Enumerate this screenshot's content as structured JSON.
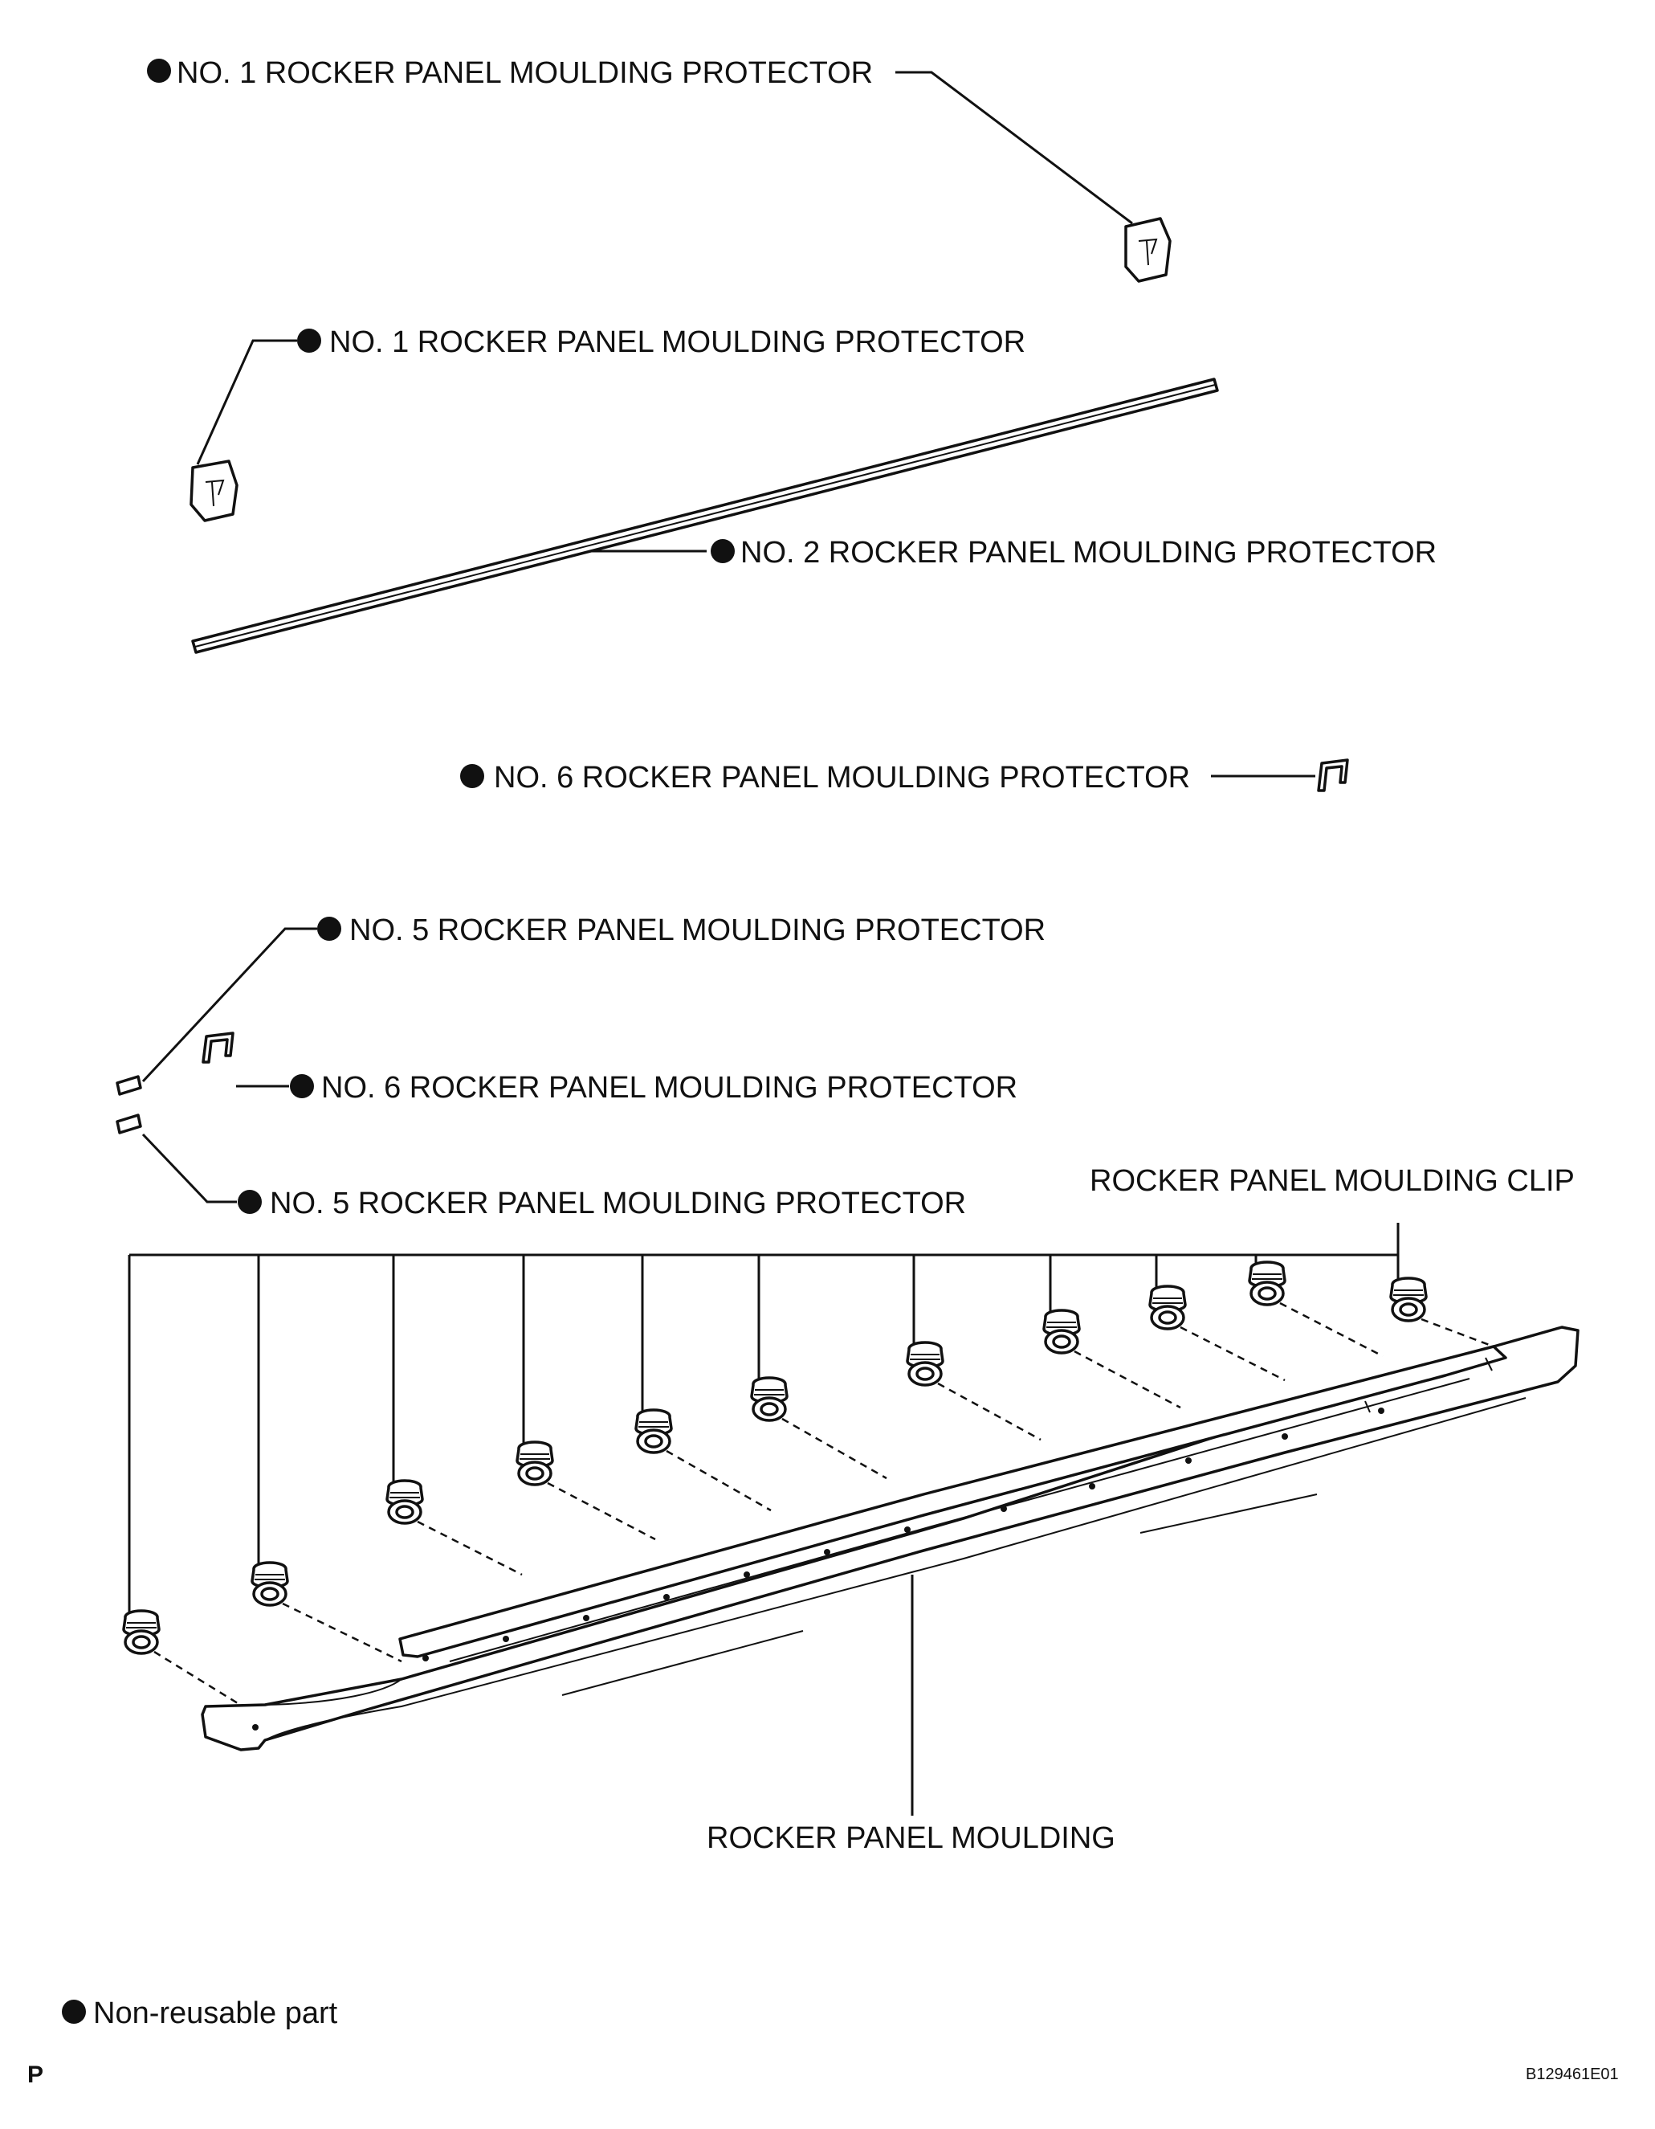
{
  "labels": {
    "no1_protector_top": "NO. 1 ROCKER PANEL MOULDING PROTECTOR",
    "no1_protector_left": "NO. 1 ROCKER PANEL MOULDING PROTECTOR",
    "no2_protector": "NO. 2 ROCKER PANEL MOULDING PROTECTOR",
    "no6_protector_right": "NO. 6 ROCKER PANEL MOULDING PROTECTOR",
    "no5_protector_upper": "NO. 5 ROCKER PANEL MOULDING PROTECTOR",
    "no6_protector_left": "NO. 6 ROCKER PANEL MOULDING PROTECTOR",
    "no5_protector_lower": "NO. 5 ROCKER PANEL MOULDING PROTECTOR",
    "clip": "ROCKER PANEL MOULDING CLIP",
    "moulding": "ROCKER PANEL MOULDING"
  },
  "legend": {
    "non_reusable": "Non-reusable part"
  },
  "footer": {
    "corner_letter": "P",
    "figure_code": "B129461E01"
  }
}
